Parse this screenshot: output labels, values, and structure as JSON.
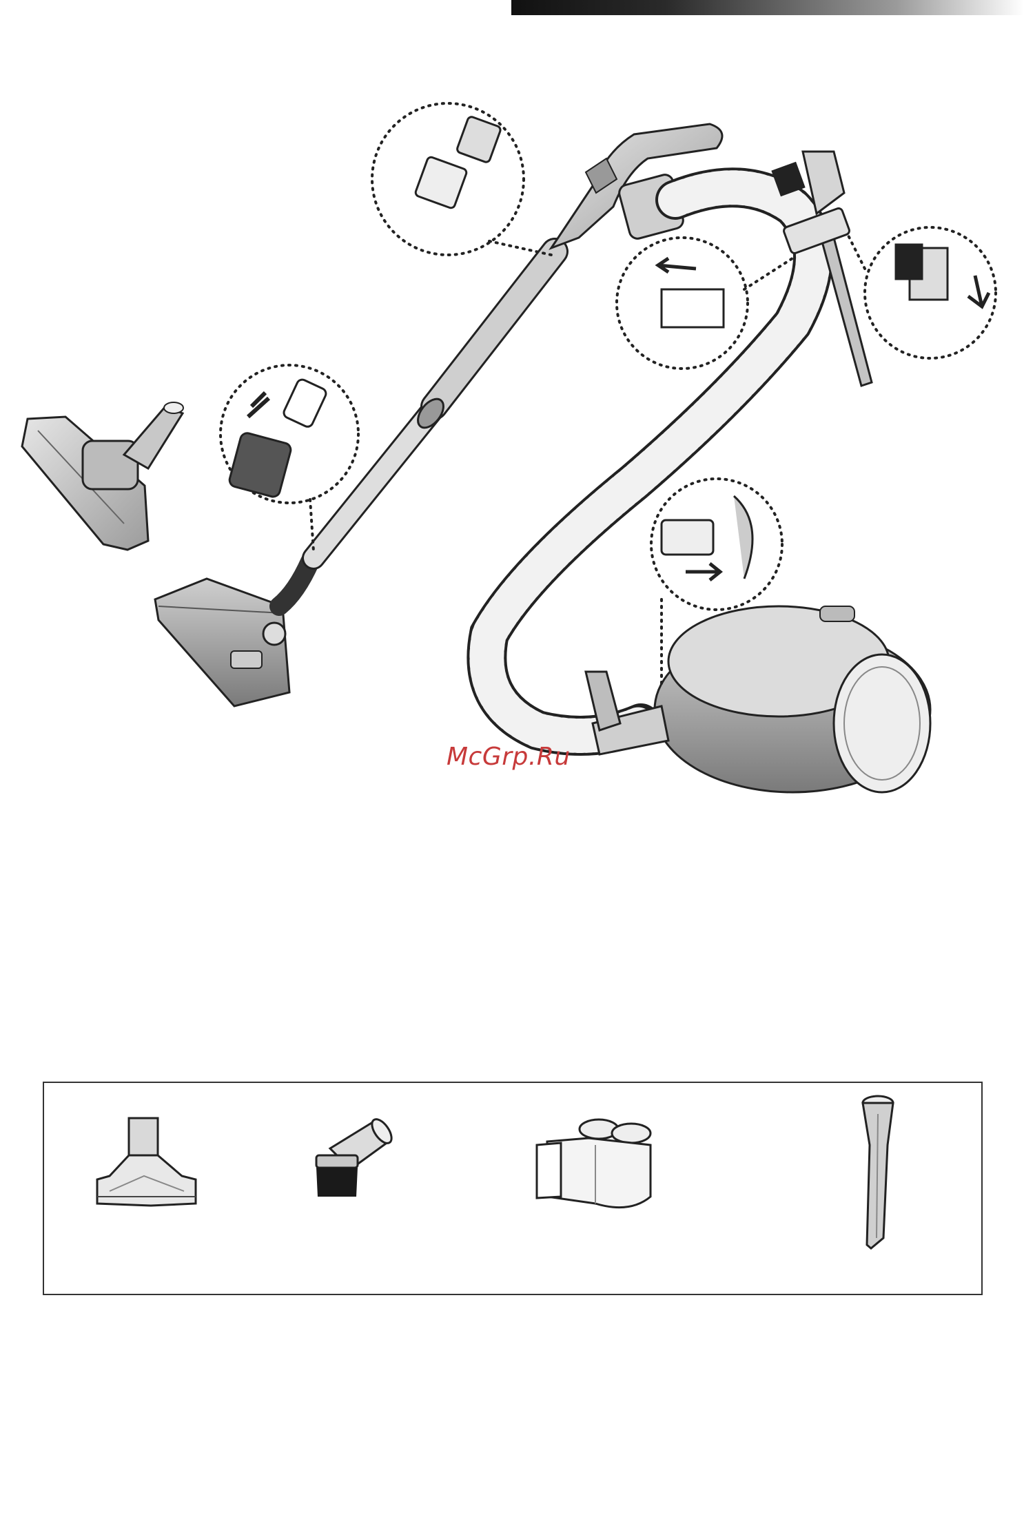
{
  "header": {
    "bar_color_start": "#111111",
    "bar_color_end": "#ffffff"
  },
  "watermark": {
    "text": "McGrp.Ru",
    "color": "#c73a3a"
  },
  "illustration": {
    "subject": "canister-vacuum-assembly",
    "callouts": [
      "handle-to-pipe",
      "pipe-to-nozzle",
      "accessory-clip",
      "accessory-holder",
      "hose-to-body"
    ]
  },
  "accessories": [
    {
      "icon": "upholstery-tool-icon"
    },
    {
      "icon": "dusting-brush-icon"
    },
    {
      "icon": "accessory-holder-icon"
    },
    {
      "icon": "crevice-tool-icon"
    }
  ]
}
